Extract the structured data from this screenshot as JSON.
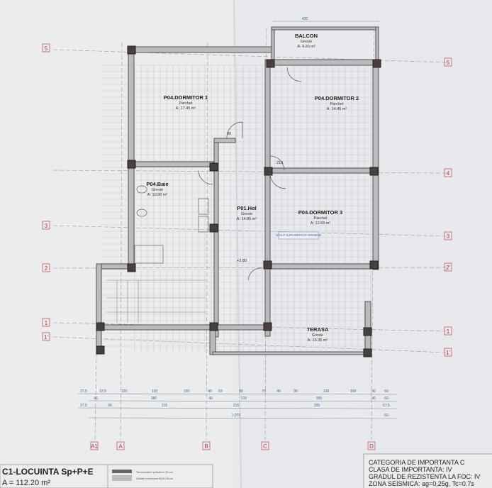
{
  "rooms": {
    "dormitor1": {
      "name": "P04.DORMITOR 1",
      "finish": "Parchet",
      "area": "A: 17.45 m²"
    },
    "dormitor2": {
      "name": "P04.DORMITOR 2",
      "finish": "Parchet",
      "area": "A: 14.45 m²"
    },
    "baie": {
      "name": "P04.Baie",
      "finish": "Gresie",
      "area": "A: 10.90 m²"
    },
    "hol": {
      "name": "P01.Hol",
      "finish": "Gresie",
      "area": "A: 14.85 m²"
    },
    "dormitor3": {
      "name": "P04.DORMITOR 3",
      "finish": "Parchet",
      "area": "A: 12.65 m²"
    },
    "balcon": {
      "name": "BALCON",
      "finish": "Gresie",
      "area": "A: 4.20 m²"
    },
    "terasa": {
      "name": "TERASA",
      "finish": "Gresie",
      "area": "A: 15.35 m²"
    }
  },
  "annotations": {
    "stalp": "STALP SUPLIMENTAR 25X25CM",
    "level": "+2.80",
    "top_dim": "420",
    "doors": [
      "90",
      "210"
    ]
  },
  "axes": {
    "left": [
      "5",
      "3",
      "2",
      "1",
      "1'"
    ],
    "right": [
      "5",
      "4",
      "3",
      "2'",
      "1",
      "1'"
    ],
    "bottom": [
      "A1",
      "A",
      "B",
      "C",
      "D"
    ]
  },
  "dimensions": {
    "row1": [
      "27.5",
      "12.5",
      "120",
      "120",
      "120",
      "40",
      "53",
      "90",
      "70",
      "40",
      "90",
      "120",
      "100",
      "40",
      "60"
    ],
    "row2": [
      "40",
      "380",
      "40",
      "215",
      "355",
      "40",
      "60"
    ],
    "row3": [
      "27.5",
      "90",
      "215",
      "215",
      "355",
      "67.5"
    ],
    "row4": [
      "1,070",
      "60"
    ]
  },
  "title_block": {
    "title": "C1-LOCUINTA Sp+P+E",
    "area": "A = 112.20 m²",
    "legend": [
      "Termosistem polistiren 15 cm",
      "Zidarie exterioara BCA 25 cm"
    ]
  },
  "info_block": {
    "lines": [
      "CATEGORIA DE IMPORTANTA C",
      "CLASA DE IMPORTANTA: IV",
      "GRADUL DE REZISTENTA LA FOC: IV",
      "ZONA SEISMICA: ag=0,25g, Tc=0.7s"
    ]
  }
}
